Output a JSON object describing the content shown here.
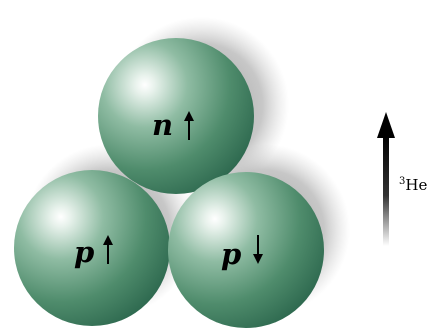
{
  "particles": [
    {
      "symbol": "n",
      "spin": "up"
    },
    {
      "symbol": "p",
      "spin": "up"
    },
    {
      "symbol": "p",
      "spin": "down"
    }
  ],
  "nucleus": {
    "mass_number": "3",
    "element": "He",
    "total_spin": "up"
  },
  "colors": {
    "sphere_light": "#e8f2ec",
    "sphere_mid": "#5a9476",
    "sphere_dark": "#2f6a50",
    "shadow": "#9a9a9a",
    "arrow": "#000000"
  }
}
